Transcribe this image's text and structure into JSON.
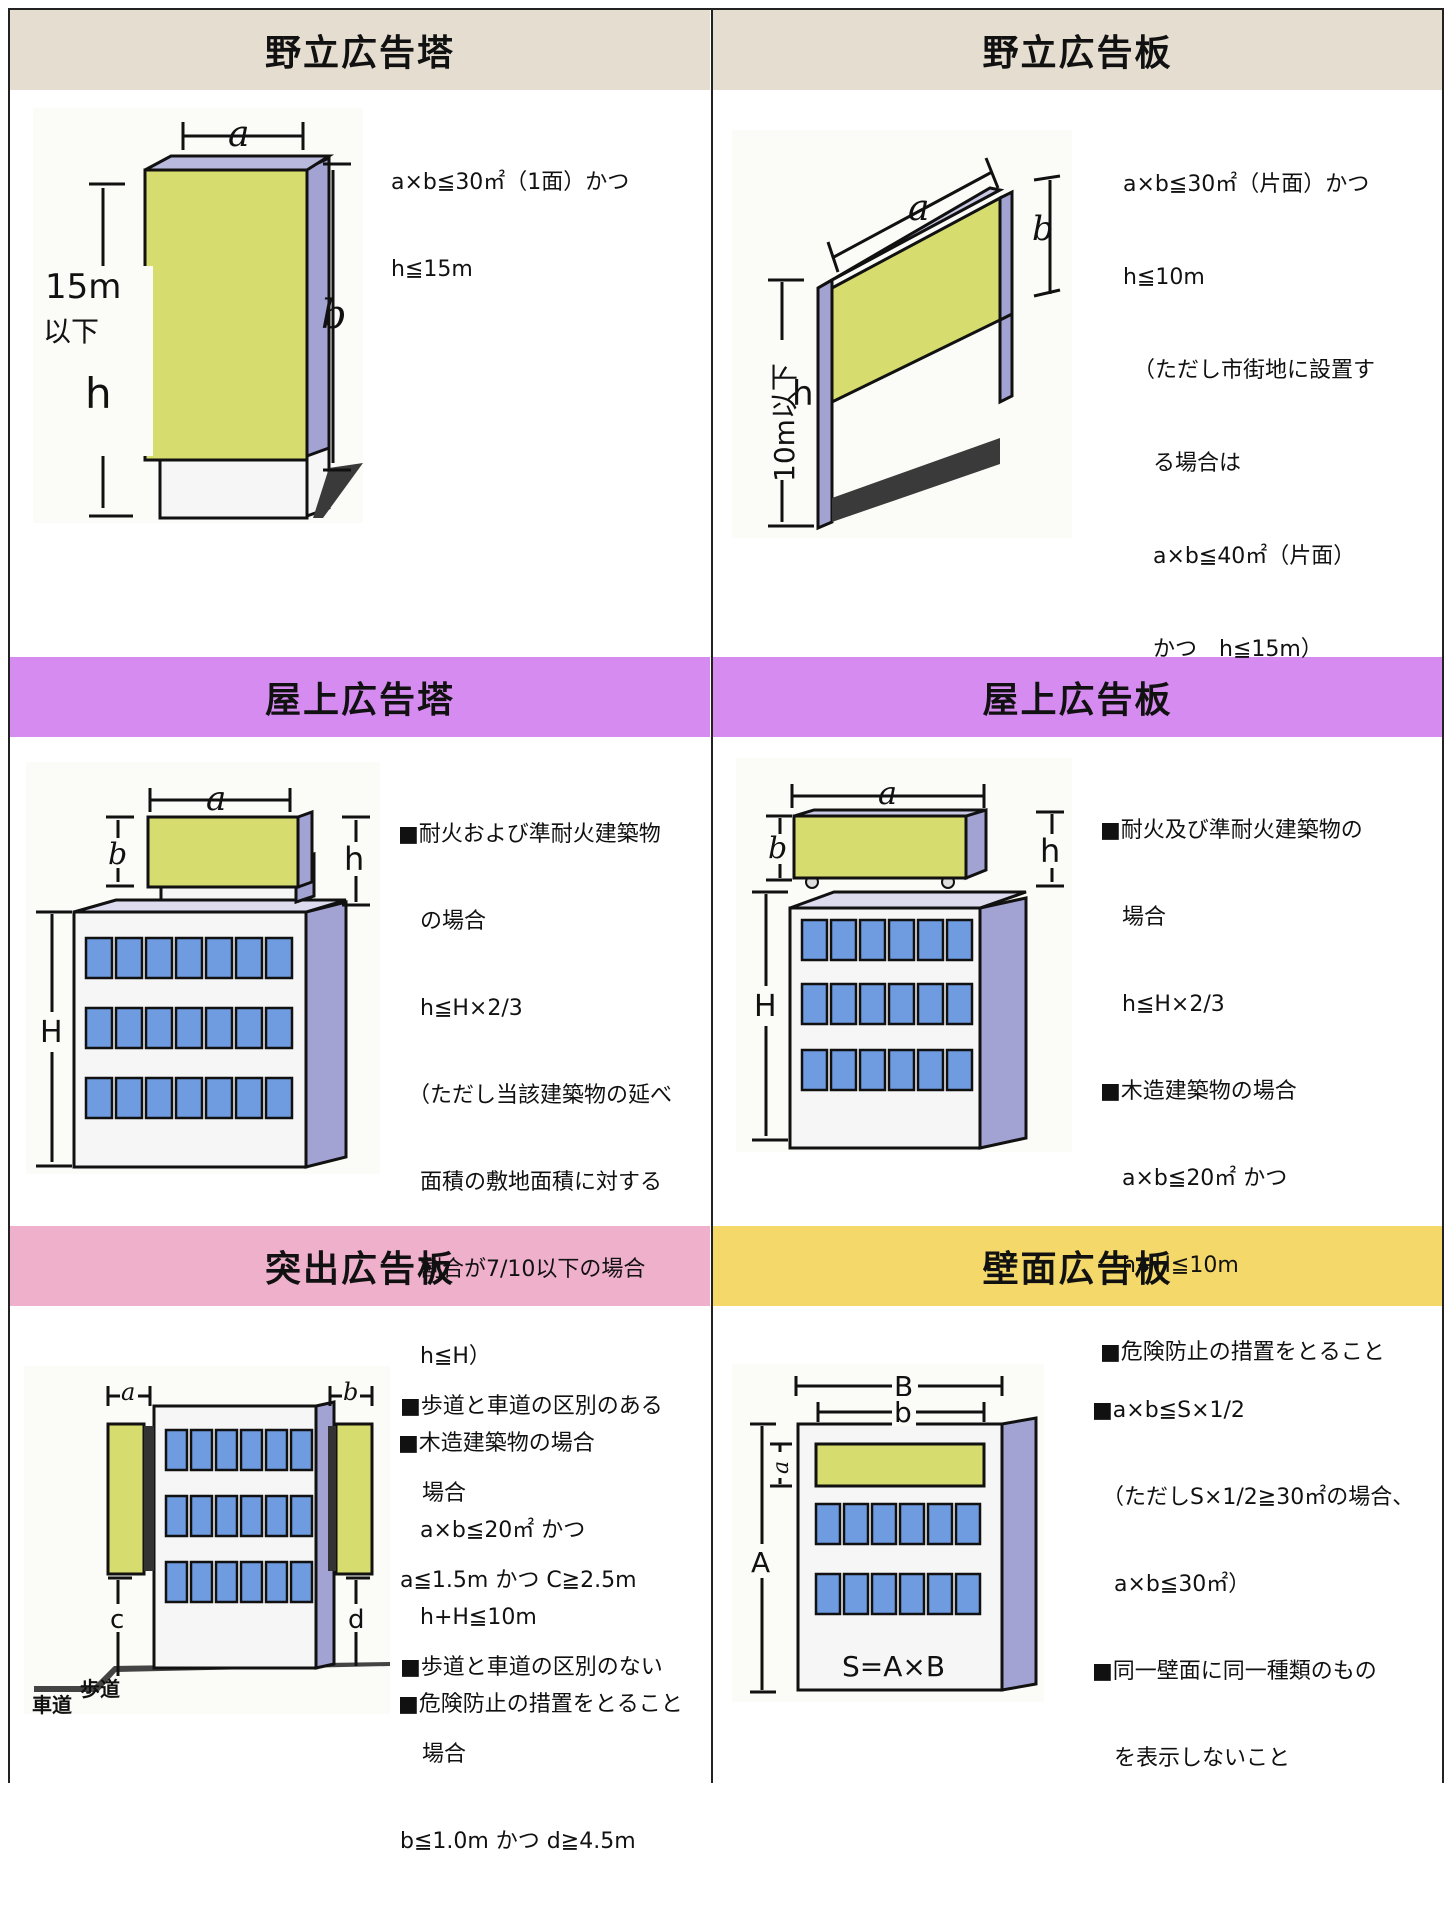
{
  "colors": {
    "header_top": "#e4ddd0",
    "header_middle": "#d58bf0",
    "header_bottom_left": "#efb0cb",
    "header_bottom_right": "#f4d96a",
    "sign_fill": "#d7dc6e",
    "window_fill": "#6f9be0",
    "side_fill": "#a3a3d3"
  },
  "panels": {
    "tower_ground": {
      "title": "野立広告塔",
      "desc": [
        "a×b≦30㎡（1面）かつ",
        "h≦15m"
      ],
      "fig": {
        "a": "a",
        "b": "b",
        "height_1": "15m",
        "height_2": "以下",
        "h": "h"
      }
    },
    "board_ground": {
      "title": "野立広告板",
      "desc": [
        "a×b≦30㎡（片面）かつ",
        "h≦10m",
        "（ただし市街地に設置す",
        "る場合は",
        "a×b≦40㎡（片面）",
        "かつ　h≦15m）"
      ],
      "fig": {
        "a": "a",
        "b": "b",
        "h": "h",
        "height": "10m以下"
      }
    },
    "tower_roof": {
      "title": "屋上広告塔",
      "desc": [
        "■耐火および準耐火建築物",
        "の場合",
        "h≦H×2/3",
        "（ただし当該建築物の延べ",
        "面積の敷地面積に対する",
        "割合が7/10以下の場合",
        "h≦H）",
        "■木造建築物の場合",
        "a×b≦20㎡ かつ",
        "h+H≦10m",
        "■危険防止の措置をとること"
      ],
      "fig": {
        "a": "a",
        "b": "b",
        "h": "h",
        "H": "H"
      }
    },
    "board_roof": {
      "title": "屋上広告板",
      "desc": [
        "■耐火及び準耐火建築物の",
        "場合",
        "h≦H×2/3",
        "■木造建築物の場合",
        "a×b≦20㎡ かつ",
        "h+H≦10m",
        "■危険防止の措置をとること"
      ],
      "fig": {
        "a": "a",
        "b": "b",
        "h": "h",
        "H": "H"
      }
    },
    "projecting": {
      "title": "突出広告板",
      "desc": [
        "■歩道と車道の区別のある",
        "場合",
        "a≦1.5m かつ C≧2.5m",
        "■歩道と車道の区別のない",
        "場合",
        "b≦1.0m かつ d≧4.5m"
      ],
      "fig": {
        "a": "a",
        "b": "b",
        "c": "c",
        "d": "d",
        "road": "車道",
        "sidewalk": "歩道"
      }
    },
    "wall": {
      "title": "壁面広告板",
      "desc": [
        "■a×b≦S×1/2",
        "（ただしS×1/2≧30㎡の場合、",
        "a×b≦30㎡）",
        "■同一壁面に同一種類のもの",
        "を表示しないこと"
      ],
      "fig": {
        "B": "B",
        "b": "b",
        "a": "a",
        "A": "A",
        "S": "S=A×B"
      }
    }
  }
}
